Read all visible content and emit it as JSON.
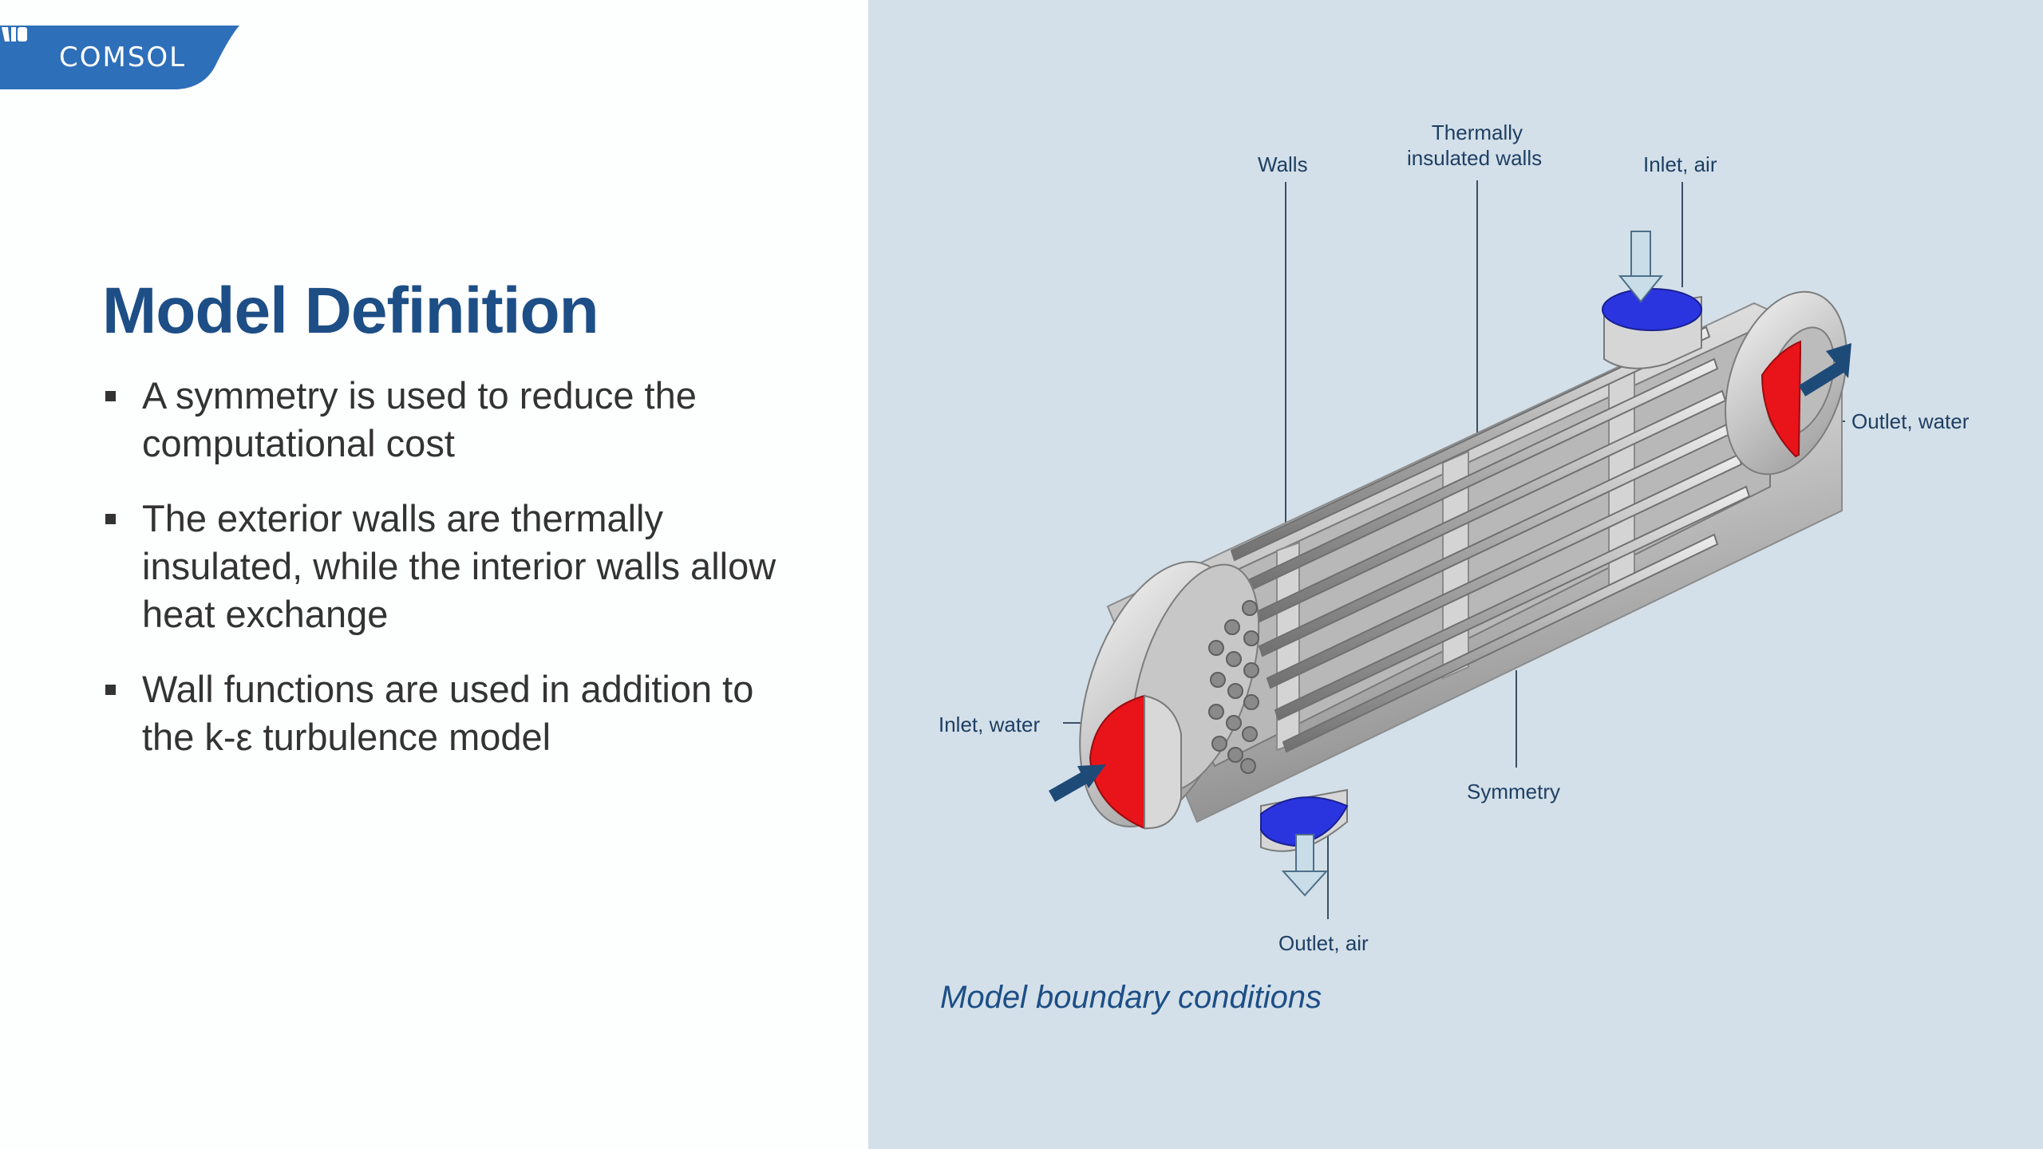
{
  "logo": {
    "text": "COMSOL",
    "color": "#2e6fba"
  },
  "title": "Model Definition",
  "bullets": [
    "A symmetry is used to reduce the computational cost",
    "The exterior walls are thermally insulated, while the interior walls allow heat exchange",
    "Wall functions are used in addition to the k-ε turbulence model"
  ],
  "figure": {
    "labels": {
      "walls": "Walls",
      "insulated_line1": "Thermally",
      "insulated_line2": "insulated walls",
      "inlet_air": "Inlet, air",
      "outlet_water": "Outlet, water",
      "inlet_water": "Inlet, water",
      "symmetry": "Symmetry",
      "outlet_air": "Outlet, air"
    },
    "caption": "Model boundary conditions"
  },
  "colors": {
    "title": "#1d4e86",
    "panel_background": "#d3e0e9",
    "water_boundary": "#e8141a",
    "air_boundary": "#2a35e0",
    "arrow_water": "#1e4a78",
    "arrow_air": "#c8dde8"
  }
}
